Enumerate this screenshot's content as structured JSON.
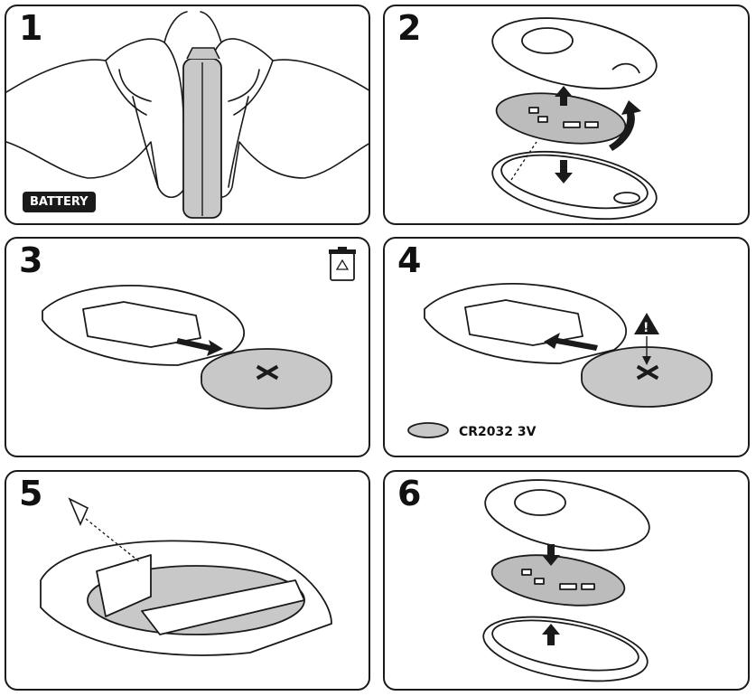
{
  "steps": [
    {
      "number": "1",
      "badge": "BATTERY"
    },
    {
      "number": "2"
    },
    {
      "number": "3",
      "bin_icon": "recycle-bin-icon"
    },
    {
      "number": "4",
      "cell_label": "CR2032 3V",
      "warning_icon": "warning-icon"
    },
    {
      "number": "5"
    },
    {
      "number": "6"
    }
  ],
  "colors": {
    "ink": "#1a1a1a",
    "grey": "#c8c8c8",
    "board": "#bcbcbc"
  }
}
